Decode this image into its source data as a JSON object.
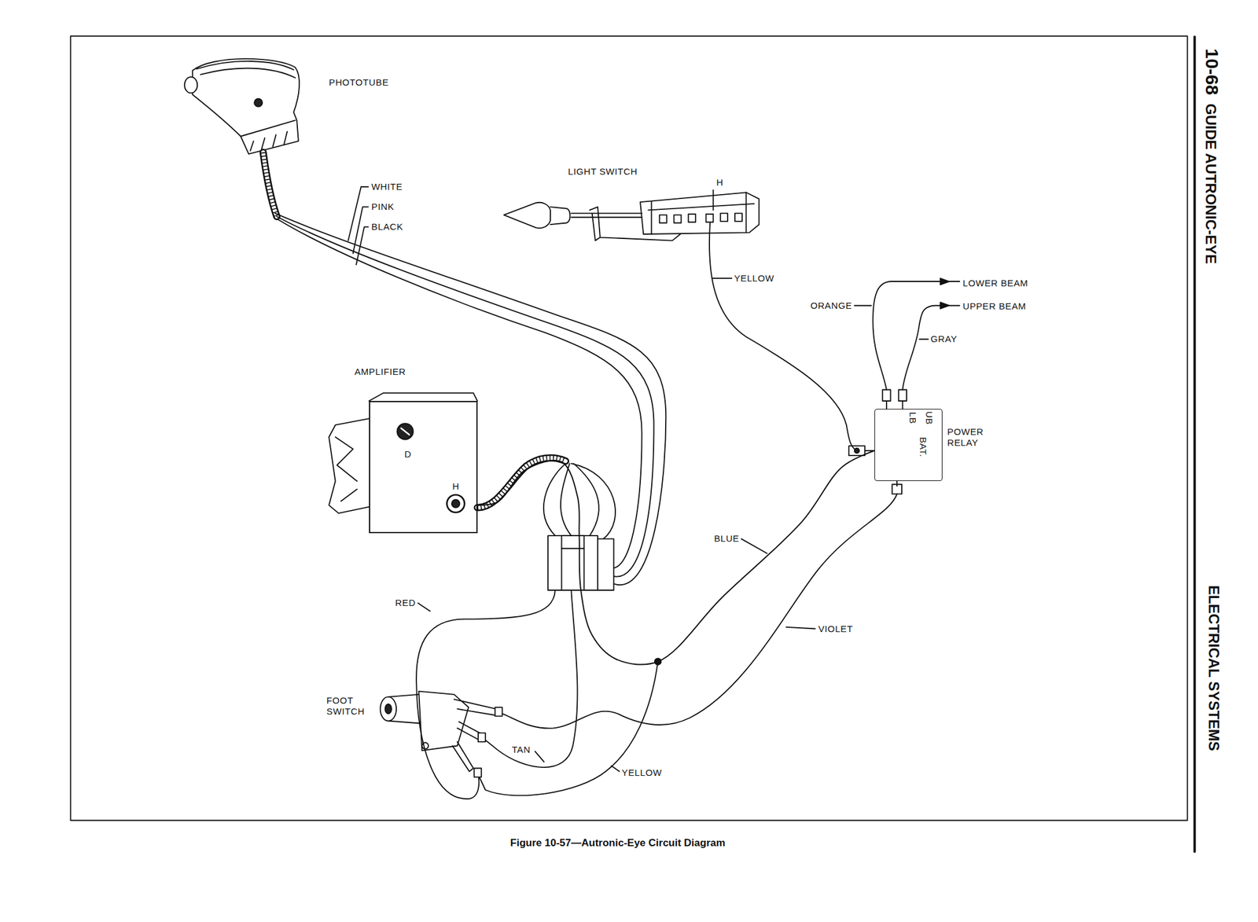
{
  "diagram": {
    "caption": "Figure 10-57—Autronic-Eye Circuit Diagram",
    "nodes": [
      {
        "text": [
          "AMPLIFIER",
          "D",
          "H"
        ]
      },
      {
        "text": [
          "POWER RELAY",
          "UB",
          "LB",
          "BAT."
        ]
      }
    ],
    "edges": [
      {
        "from": 0,
        "to": 1,
        "arrow": "none",
        "label": "BLUE"
      }
    ],
    "labels": [
      "10-68",
      "GUIDE AUTRONIC-EYE",
      "ELECTRICAL SYSTEMS",
      "PHOTOTUBE",
      "WHITE",
      "PINK",
      "BLACK",
      "LIGHT SWITCH",
      "H",
      "YELLOW",
      "ORANGE",
      "LOWER BEAM",
      "UPPER BEAM",
      "GRAY",
      "RED",
      "VIOLET",
      "FOOT SWITCH",
      "TAN",
      "YELLOW"
    ]
  }
}
